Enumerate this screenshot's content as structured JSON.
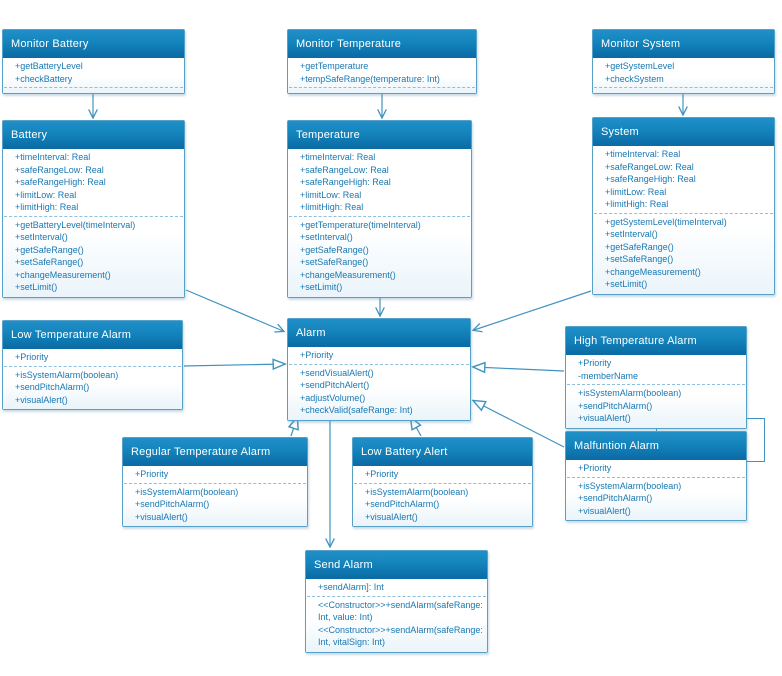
{
  "diagram": {
    "title": "Alarm system UML class diagram",
    "colors": {
      "header_blue_top": "#2190c8",
      "header_blue_bottom": "#0b6ba5",
      "member_text": "#1878b3",
      "box_border": "#57a0c7",
      "connector": "#4193c1"
    },
    "classes": [
      {
        "slug": "monitor-battery",
        "title": "Monitor Battery",
        "attributes": [
          "+getBatteryLevel",
          "+checkBattery"
        ],
        "methods": []
      },
      {
        "slug": "monitor-temperature",
        "title": "Monitor Temperature",
        "attributes": [
          "+getTemperature",
          "+tempSafeRange(temperature: Int)"
        ],
        "methods": []
      },
      {
        "slug": "monitor-system",
        "title": "Monitor System",
        "attributes": [
          "+getSystemLevel",
          "+checkSystem"
        ],
        "methods": []
      },
      {
        "slug": "battery",
        "title": "Battery",
        "attributes": [
          "+timeInterval: Real",
          "+safeRangeLow: Real",
          "+safeRangeHigh: Real",
          "+limitLow: Real",
          "+limitHigh: Real"
        ],
        "methods": [
          "+getBatteryLevel(timeInterval)",
          "+setInterval()",
          "+getSafeRange()",
          "+setSafeRange()",
          "+changeMeasurement()",
          "+setLimit()"
        ]
      },
      {
        "slug": "temperature",
        "title": "Temperature",
        "attributes": [
          "+timeInterval: Real",
          "+safeRangeLow: Real",
          "+safeRangeHigh: Real",
          "+limitLow: Real",
          "+limitHigh: Real"
        ],
        "methods": [
          "+getTemperature(timeInterval)",
          "+setInterval()",
          "+getSafeRange()",
          "+setSafeRange()",
          "+changeMeasurement()",
          "+setLimit()"
        ]
      },
      {
        "slug": "system",
        "title": "System",
        "attributes": [
          "+timeInterval: Real",
          "+safeRangeLow: Real",
          "+safeRangeHigh: Real",
          "+limitLow: Real",
          "+limitHigh: Real"
        ],
        "methods": [
          "+getSystemLevel(timeInterval)",
          "+setInterval()",
          "+getSafeRange()",
          "+setSafeRange()",
          "+changeMeasurement()",
          "+setLimit()"
        ]
      },
      {
        "slug": "low-temperature-alarm",
        "title": "Low Temperature Alarm",
        "attributes": [
          "+Priority"
        ],
        "methods": [
          "+isSystemAlarm(boolean)",
          "+sendPitchAlarm()",
          "+visualAlert()"
        ]
      },
      {
        "slug": "alarm",
        "title": "Alarm",
        "attributes": [
          "+Priority"
        ],
        "methods": [
          "+sendVisualAlert()",
          "+sendPitchAlert()",
          "+adjustVolume()",
          "+checkValid(safeRange: Int)"
        ]
      },
      {
        "slug": "high-temperature-alarm",
        "title": "High Temperature Alarm",
        "attributes": [
          "+Priority",
          "-memberName"
        ],
        "methods": [
          "+isSystemAlarm(boolean)",
          "+sendPitchAlarm()",
          "+visualAlert()"
        ]
      },
      {
        "slug": "regular-temperature-alarm",
        "title": "Regular Temperature Alarm",
        "attributes": [
          "+Priority"
        ],
        "methods": [
          "+isSystemAlarm(boolean)",
          "+sendPitchAlarm()",
          "+visualAlert()"
        ]
      },
      {
        "slug": "low-battery-alert",
        "title": "Low Battery Alert",
        "attributes": [
          "+Priority"
        ],
        "methods": [
          "+isSystemAlarm(boolean)",
          "+sendPitchAlarm()",
          "+visualAlert()"
        ]
      },
      {
        "slug": "malfuntion-alarm",
        "title": "Malfuntion Alarm",
        "attributes": [
          "+Priority"
        ],
        "methods": [
          "+isSystemAlarm(boolean)",
          "+sendPitchAlarm()",
          "+visualAlert()"
        ]
      },
      {
        "slug": "send-alarm",
        "title": "Send Alarm",
        "attributes": [
          "+sendAlarm]: Int"
        ],
        "methods": [
          "<<Constructor>>+sendAlarm(safeRange: Int, value: Int)",
          "<<Constructor>>+sendAlarm(safeRange: Int, vitalSign: Int)"
        ]
      }
    ],
    "relations": [
      {
        "from": "Monitor Battery",
        "to": "Battery",
        "type": "directed-arrow"
      },
      {
        "from": "Monitor Temperature",
        "to": "Temperature",
        "type": "directed-arrow"
      },
      {
        "from": "Monitor System",
        "to": "System",
        "type": "directed-arrow"
      },
      {
        "from": "Battery",
        "to": "Alarm",
        "type": "directed-arrow"
      },
      {
        "from": "Temperature",
        "to": "Alarm",
        "type": "directed-arrow"
      },
      {
        "from": "System",
        "to": "Alarm",
        "type": "directed-arrow"
      },
      {
        "from": "Low Temperature Alarm",
        "to": "Alarm",
        "type": "generalization"
      },
      {
        "from": "High Temperature Alarm",
        "to": "Alarm",
        "type": "generalization"
      },
      {
        "from": "Malfuntion Alarm",
        "to": "Alarm",
        "type": "generalization"
      },
      {
        "from": "Regular Temperature Alarm",
        "to": "Alarm",
        "type": "generalization"
      },
      {
        "from": "Low Battery Alert",
        "to": "Alarm",
        "type": "generalization"
      },
      {
        "from": "Alarm",
        "to": "Send Alarm",
        "type": "directed-arrow"
      }
    ]
  }
}
